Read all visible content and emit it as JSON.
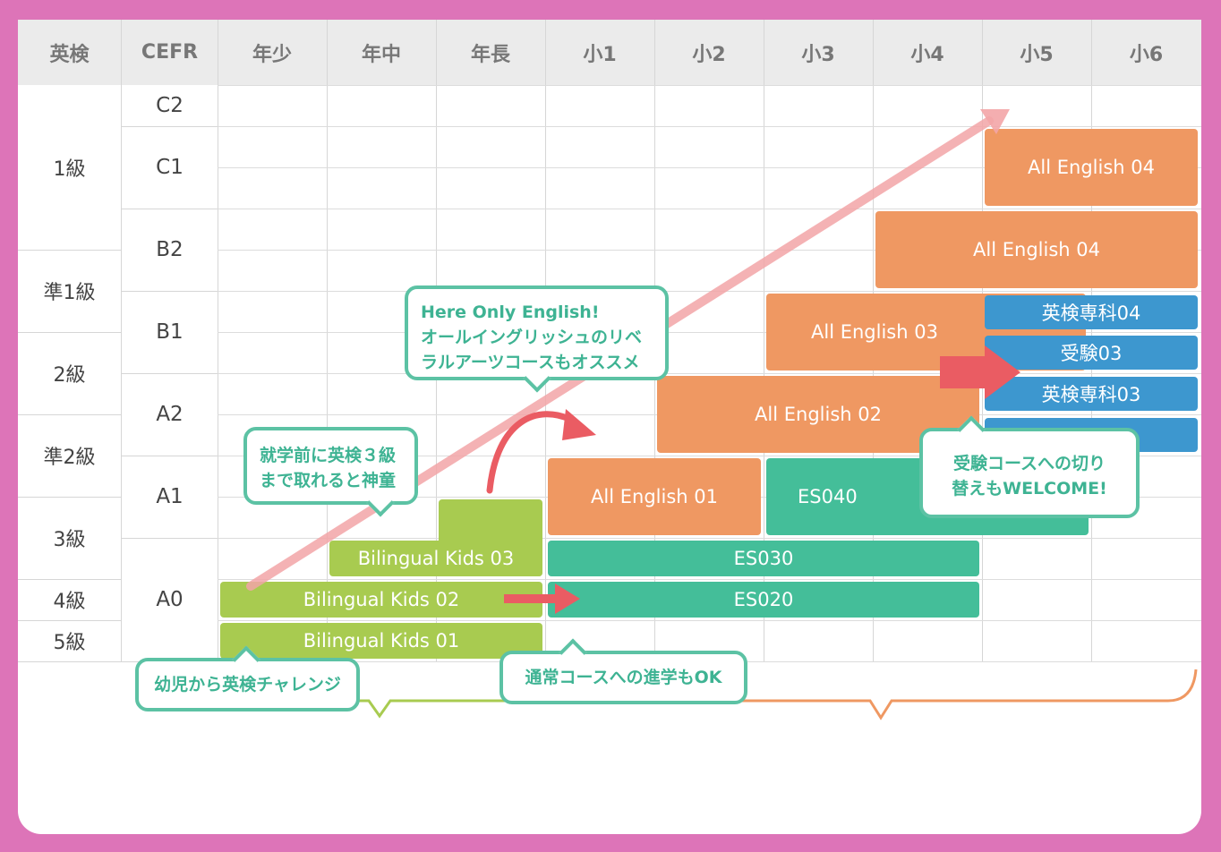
{
  "header": {
    "eiken": "英検",
    "cefr": "CEFR",
    "grades": [
      "年少",
      "年中",
      "年長",
      "小1",
      "小2",
      "小3",
      "小4",
      "小5",
      "小6"
    ]
  },
  "eiken_levels": [
    "1級",
    "準1級",
    "2級",
    "準2級",
    "3級",
    "4級",
    "5級"
  ],
  "cefr_levels": [
    "C2",
    "C1",
    "B2",
    "B1",
    "A2",
    "A1",
    "A0"
  ],
  "courses": {
    "ae04_top": "All English 04",
    "ae04": "All English 04",
    "ae03": "All English 03",
    "ae02": "All English 02",
    "ae01": "All English 01",
    "ss04": "英検専科04",
    "ex03": "受験03",
    "ss03": "英検専科03",
    "es040": "ES040",
    "es030": "ES030",
    "es020": "ES020",
    "bk03": "Bilingual Kids 03",
    "bk02": "Bilingual Kids 02",
    "bk01": "Bilingual Kids 01"
  },
  "callouts": {
    "liberal": [
      "Here Only English!",
      "オールイングリッシュのリベ",
      "ラルアーツコースもオススメ"
    ],
    "prodigy": [
      "就学前に英検３級",
      "まで取れると神童"
    ],
    "exam": [
      "受験コースへの切り",
      "替えもWELCOME!"
    ],
    "challenge": "幼児から英検チャレンジ",
    "regular": "通常コースへの進学もOK"
  },
  "colors": {
    "orange": "#ef9862",
    "blue": "#3d97cf",
    "teal": "#44be99",
    "green": "#a8cb50",
    "accent_red": "#ea5c63",
    "frame": "#dd74b8"
  }
}
